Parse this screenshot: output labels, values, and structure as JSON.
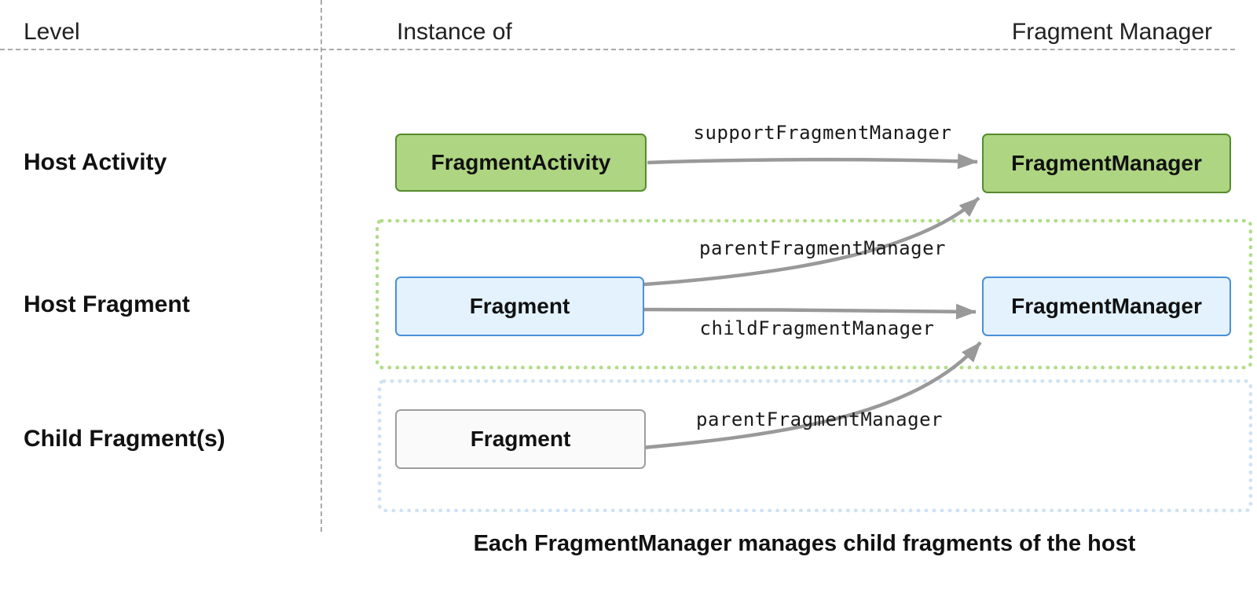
{
  "headers": {
    "level": "Level",
    "instance_of": "Instance of",
    "fragment_manager": "Fragment Manager"
  },
  "row_labels": {
    "host_activity": "Host Activity",
    "host_fragment": "Host Fragment",
    "child_fragments": "Child Fragment(s)"
  },
  "boxes": {
    "fragment_activity": "FragmentActivity",
    "fm_of_activity": "FragmentManager",
    "fragment_host": "Fragment",
    "fm_of_host_fragment": "FragmentManager",
    "fragment_child": "Fragment"
  },
  "arrow_labels": {
    "support": "supportFragmentManager",
    "parent_from_host_fragment": "parentFragmentManager",
    "child": "childFragmentManager",
    "parent_from_child_fragment": "parentFragmentManager"
  },
  "caption": "Each FragmentManager manages child fragments of the host",
  "colors": {
    "green_fill": "#aed581",
    "green_border": "#558b2f",
    "blue_fill": "#e3f2fd",
    "blue_border": "#4a90d9",
    "neutral_fill": "#fafafa",
    "neutral_border": "#9e9e9e",
    "green_dotted": "#b2dd88",
    "blue_dotted": "#cfe2f5",
    "arrow": "#999999",
    "divider": "#a9a9a9",
    "text": "#212121"
  }
}
